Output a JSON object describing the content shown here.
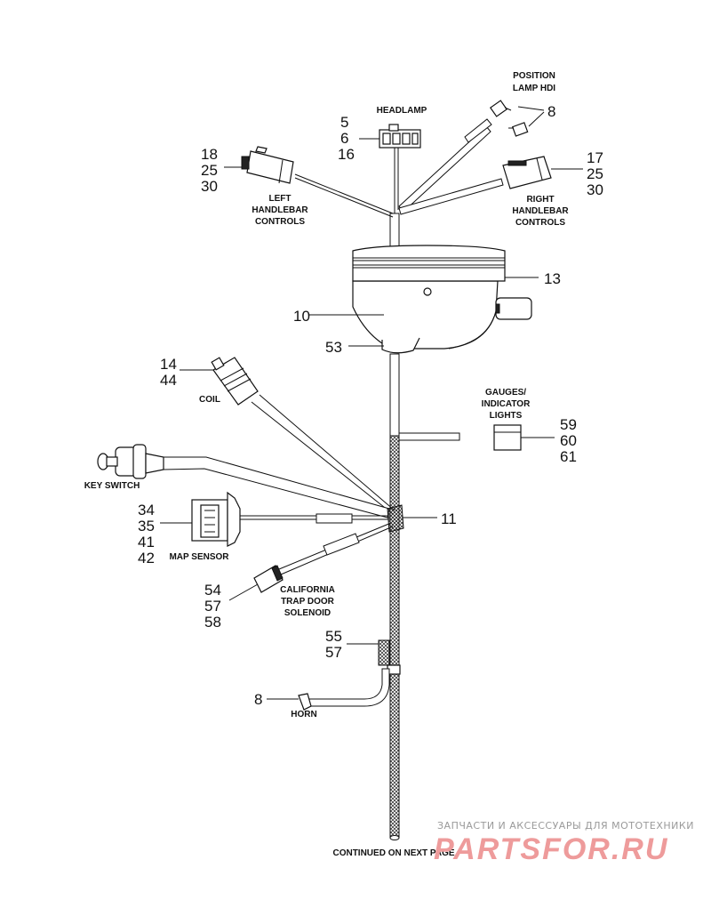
{
  "labels": {
    "position_lamp": [
      "POSITION",
      "LAMP HDI"
    ],
    "headlamp": "HEADLAMP",
    "left_controls": [
      "LEFT",
      "HANDLEBAR",
      "CONTROLS"
    ],
    "right_controls": [
      "RIGHT",
      "HANDLEBAR",
      "CONTROLS"
    ],
    "coil": "COIL",
    "gauges": [
      "GAUGES/",
      "INDICATOR",
      "LIGHTS"
    ],
    "key_switch": "KEY SWITCH",
    "map_sensor": "MAP SENSOR",
    "california": [
      "CALIFORNIA",
      "TRAP DOOR",
      "SOLENOID"
    ],
    "horn": "HORN",
    "continued": "CONTINUED ON NEXT PAGE"
  },
  "callouts": {
    "position_lamp": [
      "8"
    ],
    "headlamp": [
      "5",
      "6",
      "16"
    ],
    "left_controls": [
      "18",
      "25",
      "30"
    ],
    "right_controls": [
      "17",
      "25",
      "30"
    ],
    "housing": [
      "13"
    ],
    "body": [
      "10"
    ],
    "bottom": [
      "53"
    ],
    "coil": [
      "14",
      "44"
    ],
    "gauges": [
      "59",
      "60",
      "61"
    ],
    "junction": [
      "11"
    ],
    "map_sensor": [
      "34",
      "35",
      "41",
      "42"
    ],
    "california": [
      "54",
      "57",
      "58"
    ],
    "clip": [
      "55",
      "57"
    ],
    "horn": [
      "8"
    ]
  },
  "watermark": {
    "line1": "ЗАПЧАСТИ И АКСЕССУАРЫ ДЛЯ МОТОТЕХНИКИ",
    "line2": "PARTSFOR.RU"
  }
}
